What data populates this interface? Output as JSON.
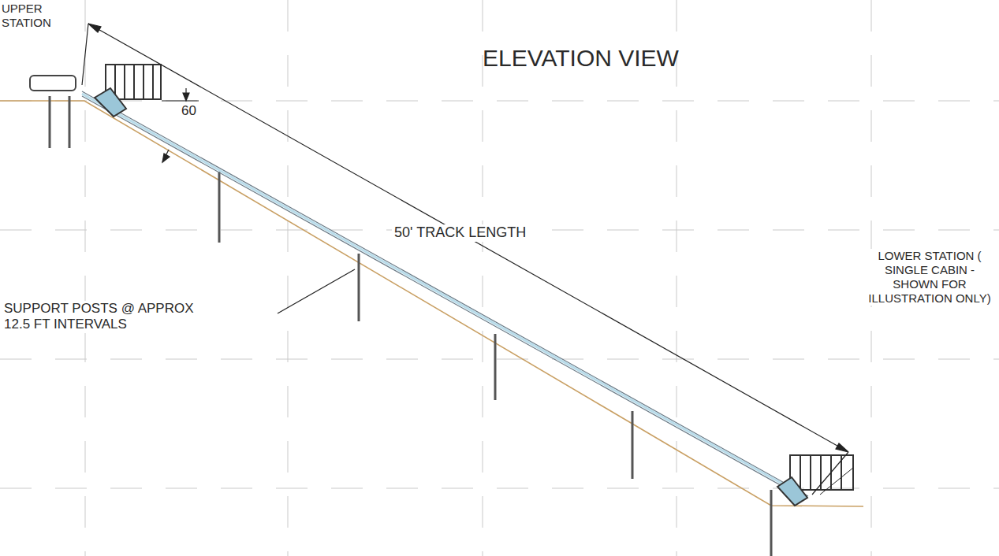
{
  "diagram": {
    "title": "ELEVATION VIEW",
    "labels": [
      "UPPER STATION",
      "60",
      "50' TRACK LENGTH",
      "SUPPORT POSTS @ APPROX 12.5 FT INTERVALS",
      "LOWER STATION ( SINGLE CABIN - SHOWN FOR ILLUSTRATION ONLY)"
    ]
  }
}
